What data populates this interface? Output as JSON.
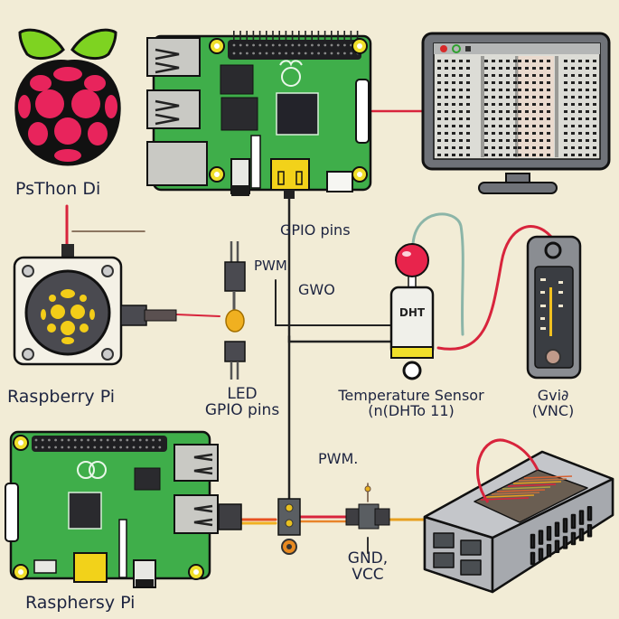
{
  "labels": {
    "logo_caption": "PsThon Di",
    "gpio_top": "GPIO pins",
    "pwm_top": "PWM",
    "gwo": "GWO",
    "fan_caption": "Raspberry Pi",
    "led_line1": "LED",
    "led_line2": "GPIO pins",
    "sensor_line1": "Temperature Sensor",
    "sensor_line2": "(n(DHTo 11)",
    "meter_line1": "Gvi∂",
    "meter_line2": "(VNC)",
    "pwm_bottom": "PWM.",
    "gnd_line1": "GND,",
    "gnd_line2": "VCC",
    "board_bottom_caption": "Rasphersy Pi"
  },
  "sensor_body_text": "DHT",
  "colors": {
    "background": "#f2ecd6",
    "board_green": "#3fae4a",
    "berry_pink": "#e8245c",
    "leaf_green": "#7ed321",
    "wire_red": "#d8243c",
    "label_ink": "#1d2440",
    "led_yellow": "#f0b020"
  }
}
